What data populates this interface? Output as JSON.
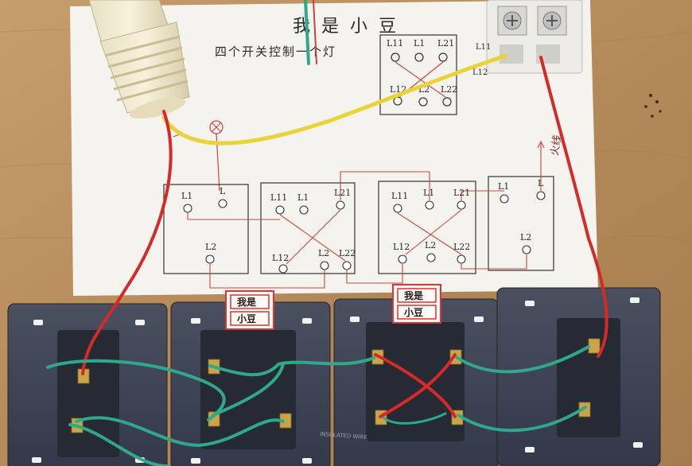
{
  "paper": {
    "title": "我是小豆",
    "subtitle": "四个开关控制一个灯",
    "red_note": "火线"
  },
  "diagram_top_switch": {
    "terminals": [
      "L11",
      "L1",
      "L21",
      "L12",
      "L2",
      "L22"
    ]
  },
  "diagram_switches": [
    {
      "terminals": [
        "L1",
        "L",
        "L2"
      ]
    },
    {
      "terminals": [
        "L11",
        "L1",
        "L21",
        "L12",
        "L2",
        "L22"
      ]
    },
    {
      "terminals": [
        "L11",
        "L1",
        "L21",
        "L12",
        "L2",
        "L22"
      ]
    },
    {
      "terminals": [
        "L1",
        "L",
        "L2"
      ]
    }
  ],
  "breaker_labels": [
    "L11",
    "L12"
  ],
  "switch_tags": [
    {
      "line1": "我是",
      "line2": "小豆"
    },
    {
      "line1": "我是",
      "line2": "小豆"
    }
  ],
  "plate_text": "INSULATED WIRE",
  "colors": {
    "wood": "#b98f5f",
    "paper": "#f4f3ee",
    "plate": "#3e4452",
    "wire_green": "#2fa98a",
    "wire_red": "#d52a28",
    "wire_yellow": "#e8d43a"
  }
}
